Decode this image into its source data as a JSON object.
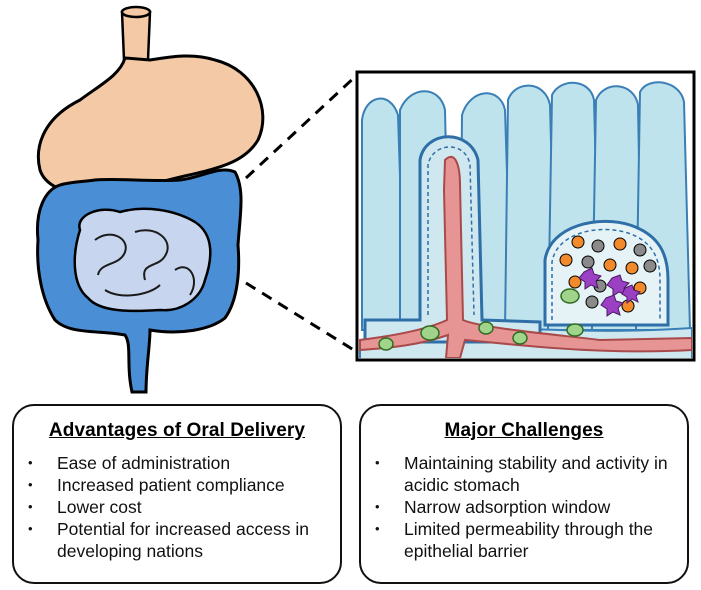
{
  "panels": {
    "advantages": {
      "title": "Advantages of Oral Delivery",
      "items": [
        "Ease of administration",
        "Increased patient compliance",
        "Lower cost",
        "Potential for increased access in developing nations"
      ]
    },
    "challenges": {
      "title": "Major Challenges",
      "items": [
        "Maintaining stability and activity in acidic stomach",
        "Narrow adsorption window",
        "Limited permeability through the epithelial barrier"
      ]
    }
  },
  "colors": {
    "stomach": "#f4c9a6",
    "intestine_large": "#4a8fd6",
    "intestine_small": "#c7d6ee",
    "villi": "#bfe3ec",
    "blood_vessel": "#e79494",
    "particle_orange": "#f28a2b",
    "particle_gray": "#8a8a8a",
    "microbe_purple": "#9b3fc3",
    "cell_green": "#9fd48a"
  }
}
